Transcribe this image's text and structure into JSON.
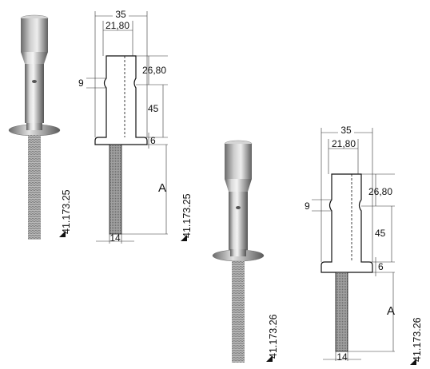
{
  "products": [
    {
      "code": "41.173.25",
      "drawing": {
        "outer_width": "35",
        "inner_width": "21,80",
        "top_height": "26,80",
        "groove": "9",
        "mid_height": "45",
        "flange": "6",
        "thread_length": "A",
        "thread_diameter": "14"
      }
    },
    {
      "code": "41.173.26",
      "drawing": {
        "outer_width": "35",
        "inner_width": "21,80",
        "top_height": "26,80",
        "groove": "9",
        "mid_height": "45",
        "flange": "6",
        "thread_length": "A",
        "thread_diameter": "14"
      }
    }
  ],
  "colors": {
    "metal_light": "#e6e6e6",
    "metal_dark": "#7a7a7a",
    "line": "#111111",
    "thread": "#8c8c8c"
  }
}
